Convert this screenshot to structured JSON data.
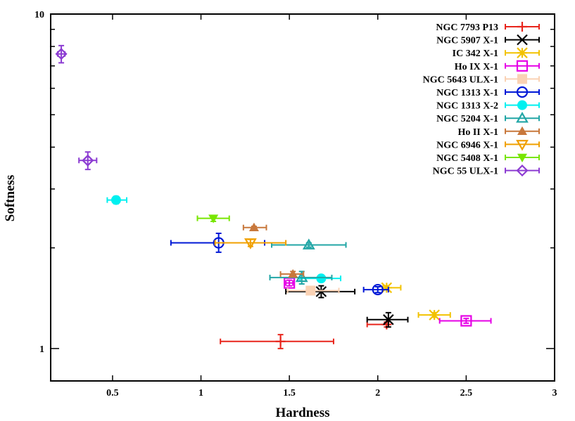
{
  "chart_data": {
    "type": "scatter",
    "xlabel": "Hardness",
    "ylabel": "Softness",
    "xlim": [
      0.15,
      3.0
    ],
    "ylim": [
      0.8,
      10
    ],
    "y_scale": "log",
    "x_ticks": [
      0.5,
      1,
      1.5,
      2,
      2.5,
      3
    ],
    "x_tick_labels": [
      "0.5",
      "1",
      "1.5",
      "2",
      "2.5",
      "3"
    ],
    "y_tick_labels": [
      {
        "value": 1,
        "label": "1"
      },
      {
        "value": 10,
        "label": "10"
      }
    ],
    "y_minor_ticks": [
      2,
      3,
      4,
      5,
      6,
      7,
      8,
      9
    ],
    "legend_position": "top-right",
    "grid": false,
    "series": [
      {
        "name": "NGC 7793 P13",
        "color": "#e8251c",
        "marker": "plus",
        "points": [
          {
            "x": 1.45,
            "y": 1.05,
            "xerr": [
              0.34,
              0.3
            ],
            "yerr": [
              0.05,
              0.05
            ]
          },
          {
            "x": 2.05,
            "y": 1.18,
            "xerr": [
              0.11,
              0.0
            ],
            "yerr": [
              0.02,
              0.02
            ]
          }
        ]
      },
      {
        "name": "NGC 5907 X-1",
        "color": "#000000",
        "marker": "cross",
        "points": [
          {
            "x": 1.68,
            "y": 1.48,
            "xerr": [
              0.2,
              0.19
            ],
            "yerr": [
              0.06,
              0.06
            ]
          },
          {
            "x": 2.06,
            "y": 1.22,
            "xerr": [
              0.12,
              0.11
            ],
            "yerr": [
              0.06,
              0.06
            ]
          }
        ]
      },
      {
        "name": "IC 342 X-1",
        "color": "#f2c200",
        "marker": "star",
        "points": [
          {
            "x": 2.32,
            "y": 1.26,
            "xerr": [
              0.09,
              0.09
            ],
            "yerr": [
              0.02,
              0.02
            ]
          },
          {
            "x": 2.05,
            "y": 1.52,
            "xerr": [
              0.02,
              0.08
            ],
            "yerr": [
              0.02,
              0.02
            ]
          }
        ]
      },
      {
        "name": "Ho IX X-1",
        "color": "#e600e6",
        "marker": "square-open",
        "points": [
          {
            "x": 2.5,
            "y": 1.21,
            "xerr": [
              0.15,
              0.14
            ],
            "yerr": [
              0.02,
              0.02
            ]
          },
          {
            "x": 1.5,
            "y": 1.57,
            "xerr": [
              0.02,
              0.02
            ],
            "yerr": [
              0.03,
              0.03
            ]
          }
        ]
      },
      {
        "name": "NGC 5643 ULX-1",
        "color": "#fad2b4",
        "marker": "square-filled",
        "points": [
          {
            "x": 1.62,
            "y": 1.49,
            "xerr": [
              0.13,
              0.16
            ],
            "yerr": [
              0.02,
              0.02
            ]
          }
        ]
      },
      {
        "name": "NGC 1313 X-1",
        "color": "#0018d6",
        "marker": "circle-open",
        "points": [
          {
            "x": 1.1,
            "y": 2.07,
            "xerr": [
              0.27,
              0.26
            ],
            "yerr": [
              0.13,
              0.14
            ]
          },
          {
            "x": 2.0,
            "y": 1.5,
            "xerr": [
              0.08,
              0.06
            ],
            "yerr": [
              0.03,
              0.03
            ]
          }
        ]
      },
      {
        "name": "NGC 1313 X-2",
        "color": "#00f0f0",
        "marker": "circle-filled",
        "points": [
          {
            "x": 0.52,
            "y": 2.78,
            "xerr": [
              0.05,
              0.06
            ],
            "yerr": [
              0.07,
              0.07
            ]
          },
          {
            "x": 1.68,
            "y": 1.62,
            "xerr": [
              0.12,
              0.11
            ],
            "yerr": [
              0.03,
              0.03
            ]
          }
        ]
      },
      {
        "name": "NGC 5204 X-1",
        "color": "#22a6a6",
        "marker": "triangle-open",
        "points": [
          {
            "x": 1.61,
            "y": 2.04,
            "xerr": [
              0.21,
              0.21
            ],
            "yerr": [
              0.03,
              0.03
            ]
          },
          {
            "x": 1.57,
            "y": 1.63,
            "xerr": [
              0.18,
              0.17
            ],
            "yerr": [
              0.07,
              0.07
            ]
          }
        ]
      },
      {
        "name": "Ho II X-1",
        "color": "#c8783c",
        "marker": "triangle-filled",
        "points": [
          {
            "x": 1.3,
            "y": 2.3,
            "xerr": [
              0.06,
              0.07
            ],
            "yerr": [
              0.02,
              0.02
            ]
          },
          {
            "x": 1.52,
            "y": 1.67,
            "xerr": [
              0.07,
              0.06
            ],
            "yerr": [
              0.03,
              0.03
            ]
          }
        ]
      },
      {
        "name": "NGC 6946 X-1",
        "color": "#f0a000",
        "marker": "triangle-down-open",
        "points": [
          {
            "x": 1.28,
            "y": 2.07,
            "xerr": [
              0.2,
              0.2
            ],
            "yerr": [
              0.05,
              0.05
            ]
          }
        ]
      },
      {
        "name": "NGC 5408 X-1",
        "color": "#78e600",
        "marker": "triangle-down-filled",
        "points": [
          {
            "x": 1.07,
            "y": 2.45,
            "xerr": [
              0.09,
              0.09
            ],
            "yerr": [
              0.05,
              0.05
            ]
          }
        ]
      },
      {
        "name": "NGC 55 ULX-1",
        "color": "#8c3cd2",
        "marker": "diamond-open",
        "points": [
          {
            "x": 0.21,
            "y": 7.6,
            "xerr": [
              0.02,
              0.02
            ],
            "yerr": [
              0.45,
              0.45
            ]
          },
          {
            "x": 0.36,
            "y": 3.65,
            "xerr": [
              0.05,
              0.05
            ],
            "yerr": [
              0.22,
              0.22
            ]
          }
        ]
      }
    ]
  }
}
